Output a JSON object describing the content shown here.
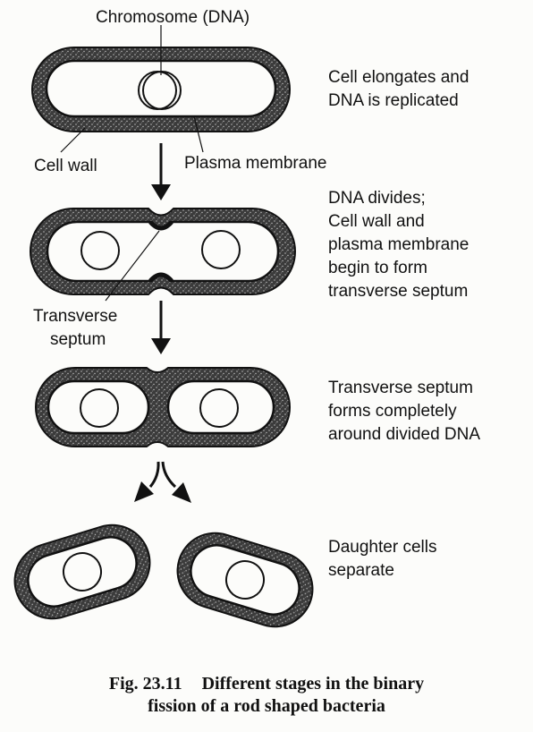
{
  "labels": {
    "chromosome": "Chromosome (DNA)",
    "cell_wall": "Cell wall",
    "plasma_membrane": "Plasma membrane",
    "septum_line1": "Transverse",
    "septum_line2": "septum"
  },
  "steps": [
    {
      "lines": [
        "Cell elongates and",
        "DNA is replicated"
      ]
    },
    {
      "lines": [
        "DNA divides;",
        "Cell wall and",
        "plasma membrane",
        "begin to form",
        "transverse septum"
      ]
    },
    {
      "lines": [
        "Transverse septum",
        "forms completely",
        "around divided DNA"
      ]
    },
    {
      "lines": [
        "Daughter cells",
        "separate"
      ]
    }
  ],
  "caption": {
    "number": "Fig. 23.11",
    "line1": "Different stages in the binary",
    "line2": "fission of a rod shaped bacteria"
  },
  "colors": {
    "ink": "#111111",
    "wall": "#3a3a3a",
    "paper": "#fcfcfa"
  }
}
